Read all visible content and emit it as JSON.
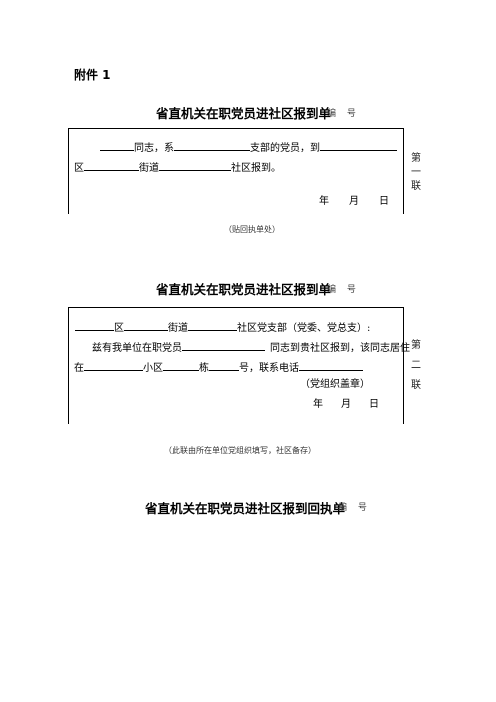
{
  "attachment_label": "附件 1",
  "form1": {
    "title": "省直机关在职党员进社区报到单",
    "number_label": "编 号",
    "t_comrade": "同志，系",
    "t_branch": "支部的党员，到",
    "t_district": "区",
    "t_street": "街道",
    "t_report": "社区报到。",
    "t_year": "年",
    "t_month": "月",
    "t_day": "日",
    "side": [
      "第",
      "一",
      "联"
    ],
    "note": "（贴回执单处）"
  },
  "form2": {
    "title": "省直机关在职党员进社区报到单",
    "number_label": "编 号",
    "t_district": "区",
    "t_street": "街道",
    "t_branch": "社区党支部（党委、党总支）:",
    "t_intro": "兹有我单位在职党员",
    "t_report": "同志到贵社区报到，该同志居住",
    "t_at": "在",
    "t_community": "小区",
    "t_building": "栋",
    "t_room": "号，联系电话",
    "t_seal": "（党组织盖章）",
    "t_year": "年",
    "t_month": "月",
    "t_day": "日",
    "side": [
      "第",
      "二",
      "联"
    ],
    "note": "（此联由所在单位党组织填写，社区备存）"
  },
  "form3": {
    "title": "省直机关在职党员进社区报到回执单",
    "number_label": "编 号"
  }
}
